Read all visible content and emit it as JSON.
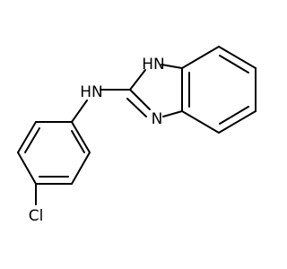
{
  "molecule": {
    "labels": {
      "nh_ring": "HN",
      "n_ring": "N",
      "nh_amine": "HN",
      "cl": "Cl"
    }
  },
  "colors": {
    "bond": "#000000",
    "background": "#ffffff",
    "label": "#000000"
  }
}
